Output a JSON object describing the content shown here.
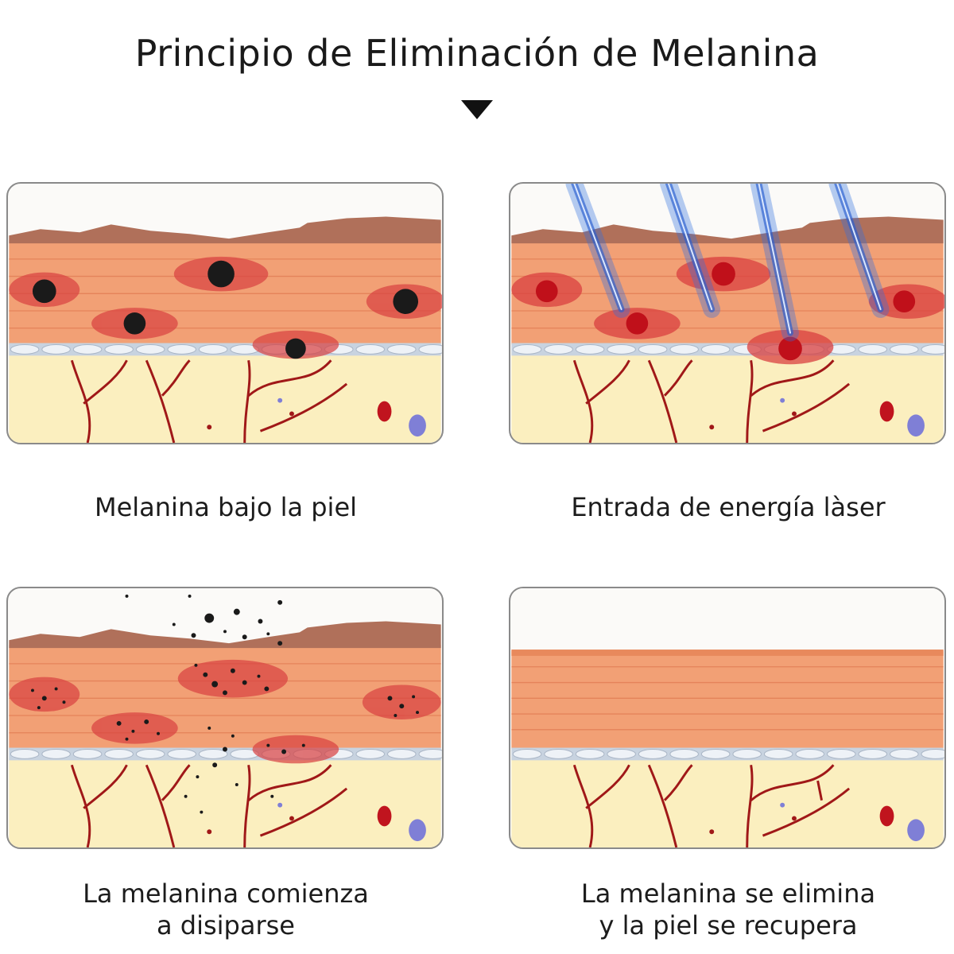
{
  "title": "Principio de Eliminación de Melanina",
  "steps": [
    {
      "caption": "Melanina bajo la piel"
    },
    {
      "caption": "Entrada de energía làser"
    },
    {
      "caption": "La melanina comienza\na disiparse"
    },
    {
      "caption": "La melanina se elimina\ny la piel se recupera"
    }
  ],
  "colors": {
    "skin": "#f2a075",
    "skin_line": "#e07a52",
    "surface": "#b0705a",
    "dermis": "#fbefbf",
    "basal": "#c8d3e0",
    "vessel": "#a01818",
    "spot": "#d94040",
    "melanin": "#1a1a1a",
    "laser": "#2f6fe0",
    "red_cell": "#c0141e",
    "white_cell": "#7f7fd6"
  }
}
